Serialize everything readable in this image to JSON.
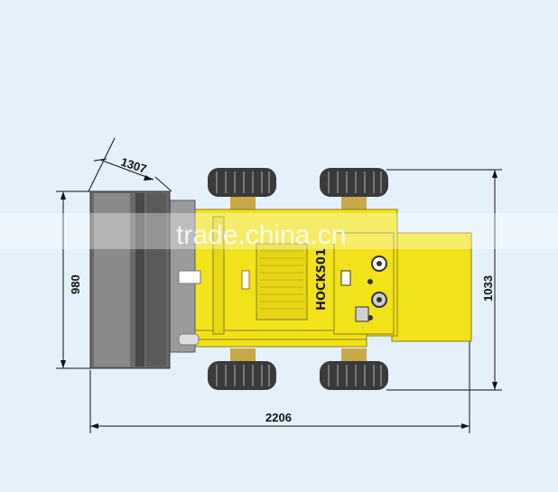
{
  "colors": {
    "background": "#e4f1fb",
    "body_yellow": "#f2e21a",
    "bucket_dark": "#505050",
    "bucket_light": "#8a8a8a",
    "tire": "#3a3a3a",
    "hub": "#c9a84a",
    "dimension_line": "#111111"
  },
  "dimensions": {
    "bucket_width": "1307",
    "bucket_height": "980",
    "overall_width": "1033",
    "overall_length": "2206"
  },
  "machine": {
    "brand_text": "HOCKS01"
  },
  "watermark": {
    "text": "trade.china.cn"
  },
  "icons": [
    "bucket-icon",
    "tire-icon",
    "engine-grille-icon",
    "control-knob-icon",
    "counterweight-icon"
  ]
}
